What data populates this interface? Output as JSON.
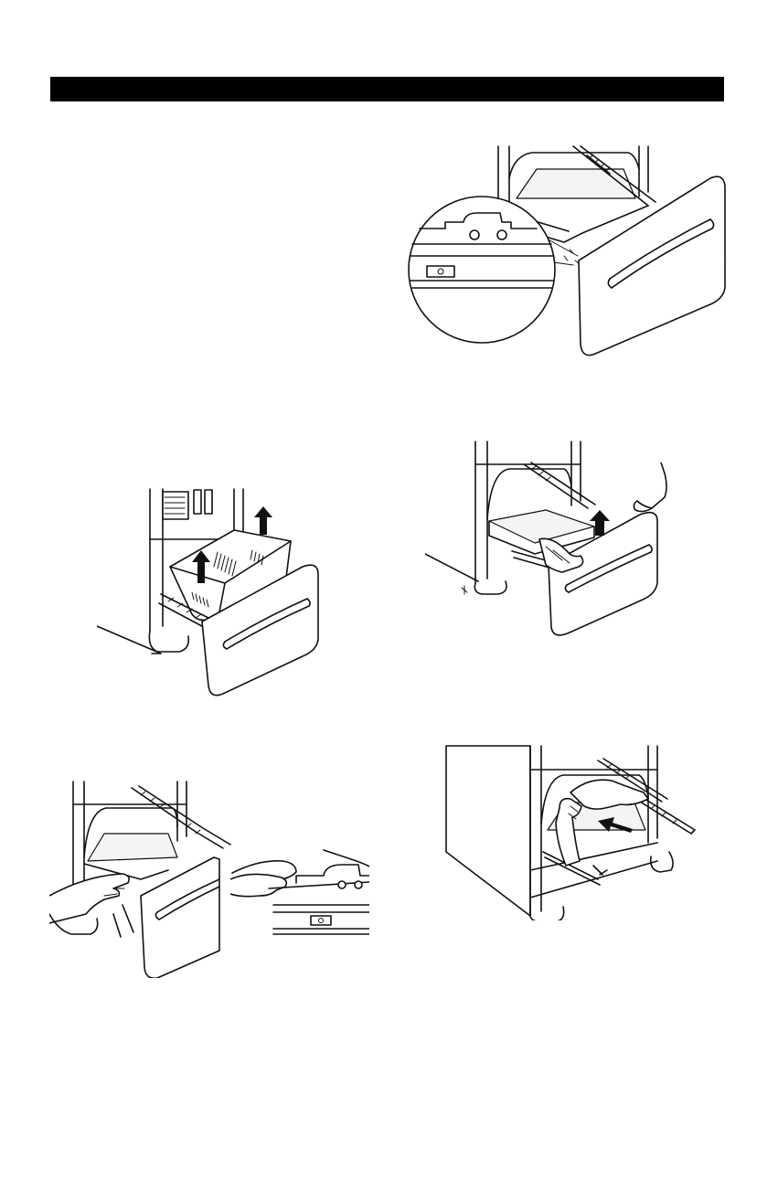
{
  "page": {
    "header_bar_text": ""
  },
  "figures": [
    {
      "id": "rail-stopper-detail",
      "icon": "drawer-rail-detail-illustration"
    },
    {
      "id": "remove-basket",
      "icon": "basket-lift-illustration"
    },
    {
      "id": "lift-drawer-off",
      "icon": "drawer-lift-illustration"
    },
    {
      "id": "press-rail-clip",
      "icon": "rail-clip-illustration"
    },
    {
      "id": "push-rails-in",
      "icon": "rail-push-illustration"
    }
  ],
  "colors": {
    "header_bar": "#000000",
    "line_art": "#111111",
    "background": "#ffffff"
  }
}
